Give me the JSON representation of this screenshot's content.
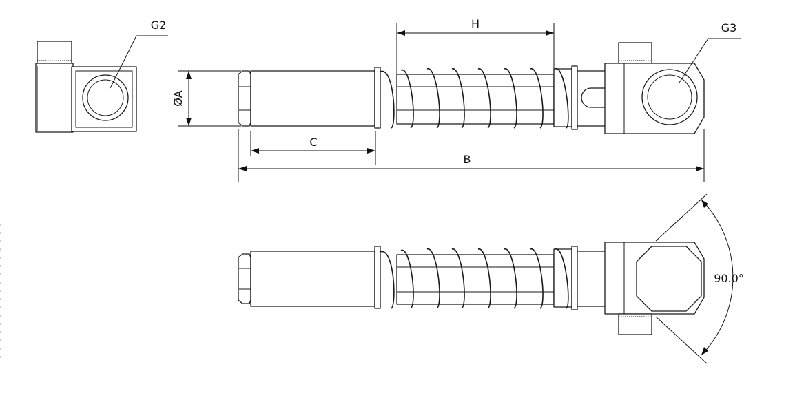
{
  "labels": {
    "g2": "G2",
    "g3": "G3",
    "h": "H",
    "dia_a": "ØA",
    "c": "C",
    "b": "B",
    "angle": "90.0°"
  }
}
